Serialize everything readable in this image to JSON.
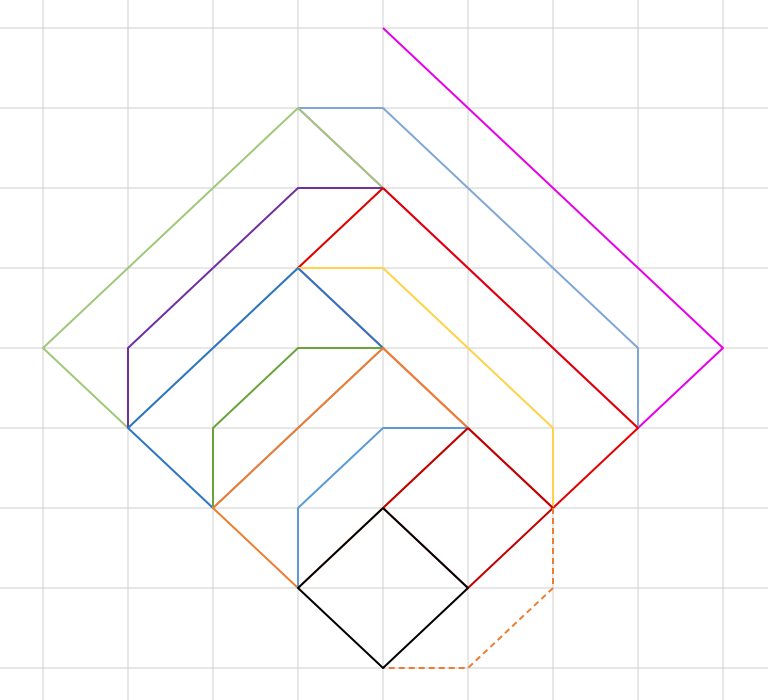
{
  "background_color": "#ffffff",
  "grid": {
    "color": "#cfcfcf",
    "rows": 9,
    "columns": 10
  },
  "shapes": [
    {
      "id": "magenta-diamond",
      "color": "#e600e6",
      "dashed": false
    },
    {
      "id": "lightblue-pentagon",
      "color": "#7fa7d6",
      "dashed": false
    },
    {
      "id": "lightgreen-diamond",
      "color": "#9fc87a",
      "dashed": false
    },
    {
      "id": "purple-pentagon",
      "color": "#7030a0",
      "dashed": false
    },
    {
      "id": "red-diamond",
      "color": "#e00000",
      "dashed": false
    },
    {
      "id": "yellow-pentagon",
      "color": "#ffd24a",
      "dashed": false
    },
    {
      "id": "blue-diamond",
      "color": "#2e75c2",
      "dashed": false
    },
    {
      "id": "green-pentagon",
      "color": "#6aa339",
      "dashed": false
    },
    {
      "id": "orange-diamond",
      "color": "#ed7d31",
      "dashed": false
    },
    {
      "id": "steelblue-pentagon",
      "color": "#5b9bd5",
      "dashed": false
    },
    {
      "id": "darkred-diamond",
      "color": "#c00000",
      "dashed": false
    },
    {
      "id": "orange-dashed-outline",
      "color": "#ed7d31",
      "dashed": true
    },
    {
      "id": "black-diamond",
      "color": "#000000",
      "dashed": false
    }
  ]
}
